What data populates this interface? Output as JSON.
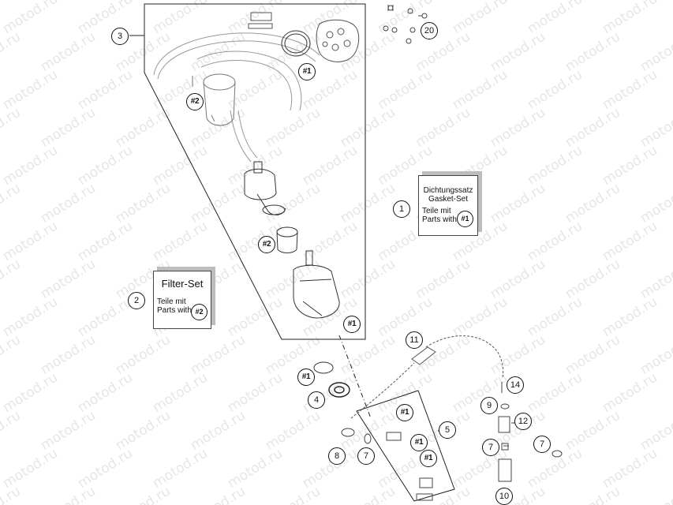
{
  "watermark": "motod.ru",
  "callouts": {
    "c3": "3",
    "c20": "20",
    "c1_ref_top": "#1",
    "c2_ref": "#2",
    "c2_ref_filter": "#2",
    "c1_ref_pump": "#1",
    "c1_kit": "1",
    "c2_kit": "2",
    "c11": "11",
    "c1_ref_ring": "#1",
    "c4": "4",
    "c14": "14",
    "c9": "9",
    "c12": "12",
    "c5": "5",
    "c1_ref_box_a": "#1",
    "c1_ref_box_b": "#1",
    "c1_ref_box_c": "#1",
    "c8": "8",
    "c7_left": "7",
    "c7_mid": "7",
    "c7_right": "7",
    "c10": "10"
  },
  "kits": {
    "gasket": {
      "line1": "Dichtungssatz",
      "line2": "Gasket-Set",
      "line3": "Teile mit",
      "line4": "Parts with",
      "ref": "#1"
    },
    "filter": {
      "line1": "Filter-Set",
      "line3": "Teile mit",
      "line4": "Parts with",
      "ref": "#2"
    }
  }
}
